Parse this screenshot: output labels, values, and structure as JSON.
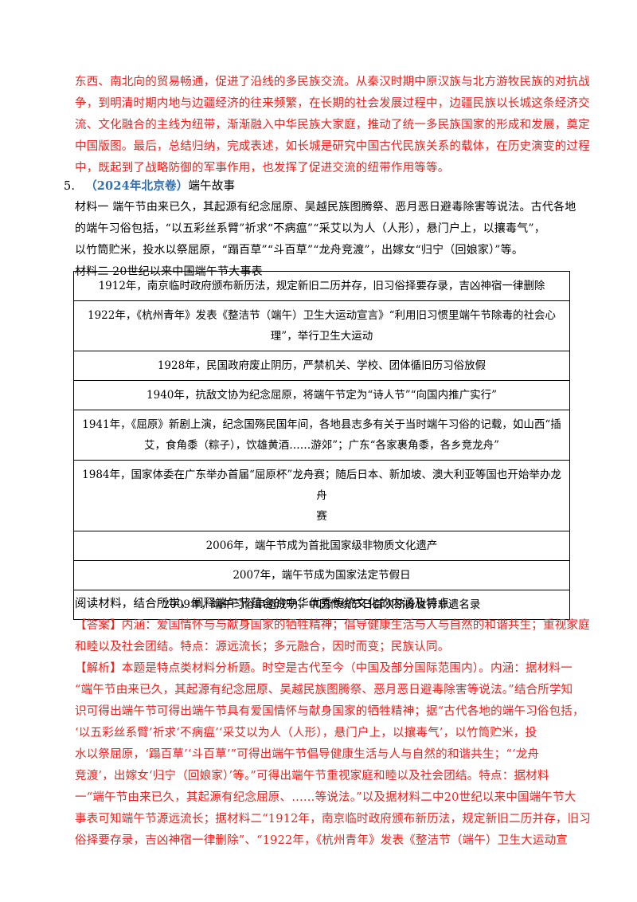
{
  "answer_prev": {
    "lines": [
      "东西、南北向的贸易畅通，促进了沿线的多民族交流。从秦汉时期中原汉族与北方游牧民族的对抗战",
      "争，到明清时期内地与边疆经济的往来频繁，在长期的社会发展过程中，边疆民族以长城这条经济交",
      "流、文化融合的主线为纽带，渐渐融入中华民族大家庭，推动了统一多民族国家的形成和发展，奠定",
      "中国版图。最后，总结归纳，完成表述，如长城是研究中国古代民族关系的载体，在历史演变的过程",
      "中，既起到了战略防御的军事作用，也发挥了促进交流的纽带作用等等。"
    ]
  },
  "question": {
    "number": "5.",
    "source": "（2024年北京卷）",
    "title": "端午故事",
    "material1_lines": [
      "材料一  端午节由来已久，其起源有纪念屈原、吴越民族图腾祭、恶月恶日避毒除害等说法。古代各地",
      "的端午习俗包括，“以五彩丝系臂”祈求“不病瘟”“采艾以为人（人形），悬门户上，以攘毒气”，",
      "以竹筒贮米，投水以祭屈原，“蹋百草”“斗百草”“龙舟竞渡”，出嫁女“归宁（回娘家）”等。"
    ],
    "material2_title": "材料二  20世纪以来中国端午节大事表",
    "events": [
      [
        "1912年，南京临时政府颁布新历法，规定新旧二历并存，旧习俗择要存录，吉凶神宿一律删除"
      ],
      [
        "1922年，《杭州青年》发表《整洁节（端午）卫生大运动宣言》“利用旧习惯里端午节除毒的社会心",
        "理”，举行卫生大运动"
      ],
      [
        "1928年，民国政府废止阴历，严禁机关、学校、团体循旧历习俗放假"
      ],
      [
        "1940年，抗敌文协为纪念屈原，将端午节定为“诗人节”“向国内推广实行”"
      ],
      [
        "1941年，《屈原》新剧上演，纪念国殇民国年间，各地县志多有关于当时端午习俗的记载，如山西“插",
        "艾，食角黍（粽子），饮雄黄酒……游郊”；广东“各家裹角黍，各乡竞龙舟”"
      ],
      [
        "1984年，国家体委在广东举办首届“屈原杯”龙舟赛；随后日本、新加坡、澳大利亚等国也开始举办龙舟",
        "赛"
      ],
      [
        "2006年，端午节成为首批国家级非物质文化遗产"
      ],
      [
        "2007年，端午节成为国家法定节假日"
      ],
      [
        "2009年，端午习俗申遗成功，中国传统节日首次跻身世界非遗名录"
      ]
    ],
    "prompt": "阅读材料，结合所学，阐释端午节蕴含的中华优秀传统文化的内涵及特点。"
  },
  "answer": {
    "label": "【答案】",
    "lines": [
      "内涵：爱国情怀与与献身国家的牺牲精神；倡导健康生活与人与自然的和谐共生；重视家庭",
      "和睦以及社会团结。特点：源远流长；多元融合，因时而变；民族认同。"
    ]
  },
  "analysis": {
    "label": "【解析】",
    "lines": [
      "本题是特点类材料分析题。时空是古代至今（中国及部分国际范围内）。内涵：据材料一",
      "“端午节由来已久，其起源有纪念屈原、吴越民族图腾祭、恶月恶日避毒除害等说法。”结合所学知",
      "识可得出端午节可得出端午节具有爱国情怀与献身国家的牺牲精神；据“古代各地的端午习俗包括，",
      "‘以五彩丝系臂’祈求‘不病瘟’‘采艾以为人（人形），悬门户上，以攘毒气’，以竹筒贮米，投",
      "水以祭屈原，‘蹋百草’‘斗百草’”可得出端午节倡导健康生活与人与自然的和谐共生；“‘龙舟",
      "竞渡’，出嫁女‘归宁（回娘家）’等。”可得出端午节重视家庭和睦以及社会团结。特点：据材料",
      "一“端午节由来已久，其起源有纪念屈原、……等说法。”以及据材料二中20世纪以来中国端午节大",
      "事表可知端午节源远流长；据材料二“1912年，南京临时政府颁布新历法，规定新旧二历并存，旧习",
      "俗择要存录，吉凶神宿一律删除”、“1922年，《杭州青年》发表《整洁节（端午）卫生大运动宣"
    ]
  },
  "colors": {
    "answer_red": "#e8231e",
    "source_blue": "#2f6db5",
    "text": "#000000"
  }
}
